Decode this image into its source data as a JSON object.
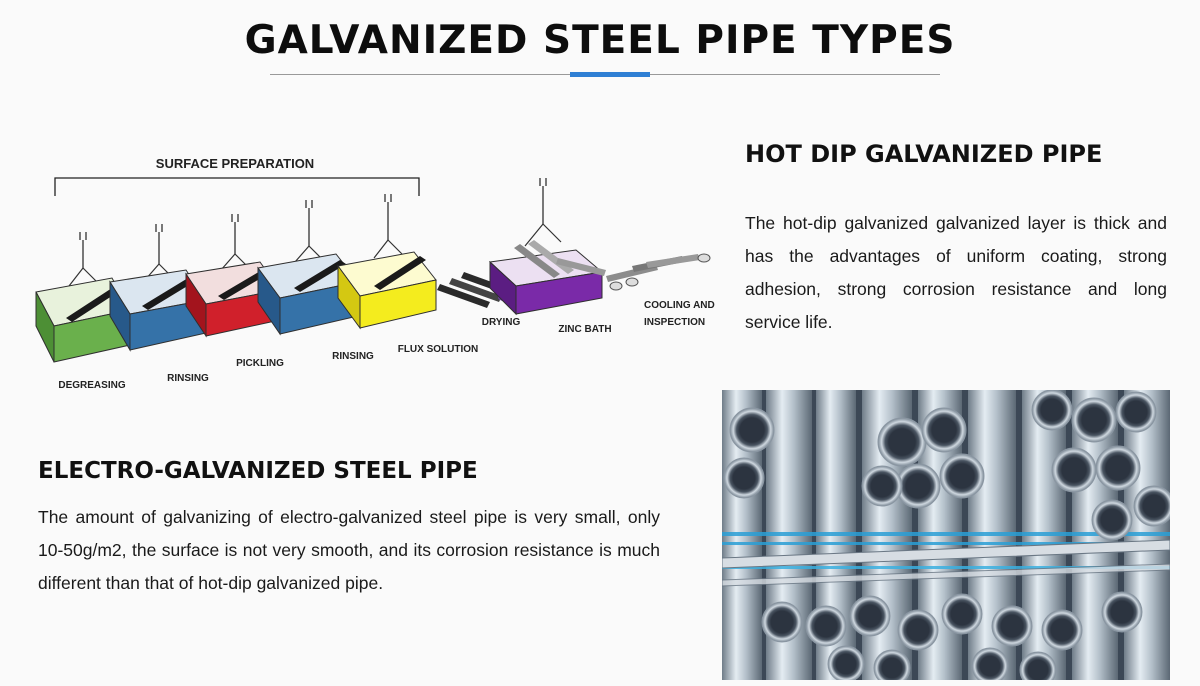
{
  "header": {
    "title": "GALVANIZED STEEL PIPE TYPES"
  },
  "diagram": {
    "group_label": "SURFACE PREPARATION",
    "steps": [
      "DEGREASING",
      "RINSING",
      "PICKLING",
      "RINSING",
      "FLUX SOLUTION",
      "DRYING",
      "ZINC BATH",
      "COOLING AND",
      "INSPECTION"
    ]
  },
  "hot_dip": {
    "title": "HOT DIP GALVANIZED PIPE",
    "body": "The hot-dip galvanized galvanized layer is thick and has the advantages of uniform coating, strong adhesion, strong corrosion resistance and long service life."
  },
  "electro": {
    "title": "ELECTRO-GALVANIZED STEEL PIPE",
    "body": "The amount of galvanizing of electro-galvanized steel pipe is very small, only 10-50g/m2, the surface is not very smooth, and its corrosion resistance is much different than that of hot-dip galvanized pipe."
  }
}
